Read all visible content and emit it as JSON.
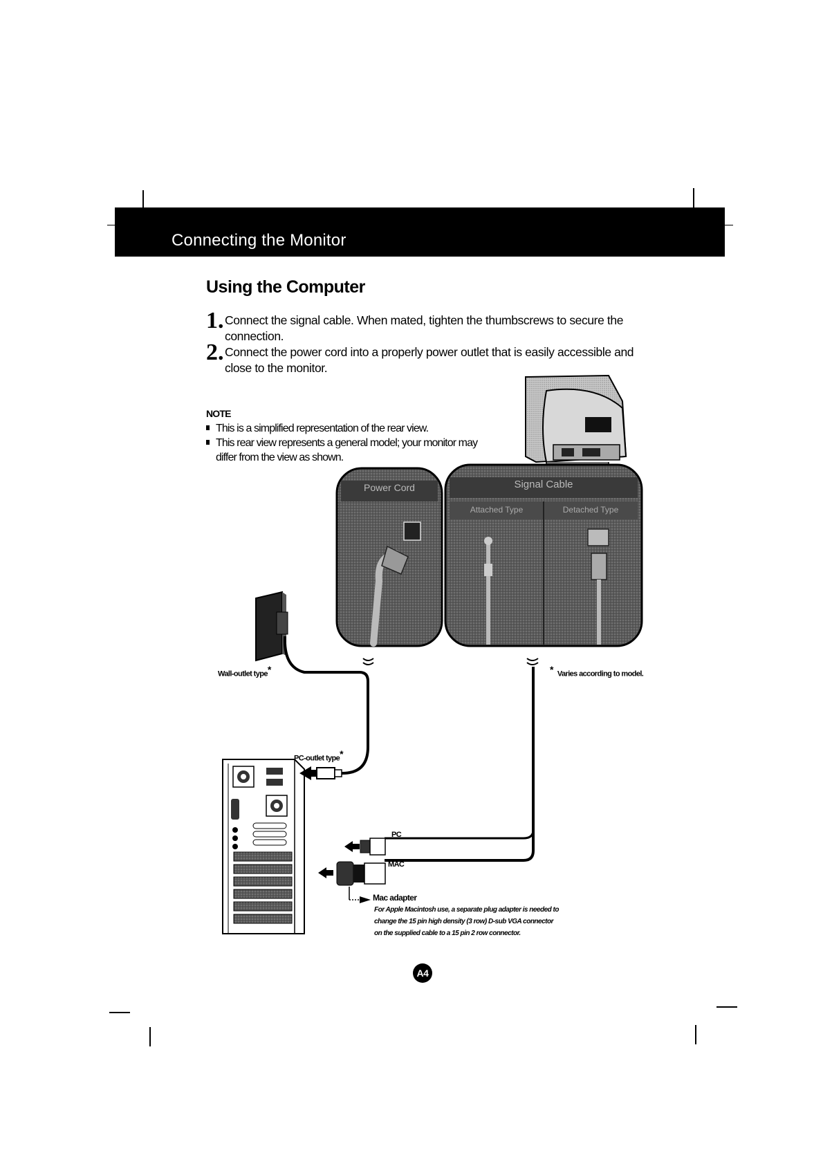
{
  "header": {
    "title": "Connecting the Monitor"
  },
  "section": {
    "title": "Using the Computer"
  },
  "steps": [
    {
      "number": "1.",
      "text": "Connect the signal cable. When mated, tighten the thumbscrews to secure the connection."
    },
    {
      "number": "2.",
      "text": "Connect the power cord into a properly power outlet that is easily accessible and close to the monitor."
    }
  ],
  "note": {
    "heading": "NOTE",
    "items": [
      "This is a simplified representation of the rear view.",
      "This rear view represents a general model; your monitor may differ from the view as shown."
    ]
  },
  "diagram": {
    "power_panel_title": "Power Cord",
    "signal_panel_title": "Signal Cable",
    "signal_sub_left": "Attached Type",
    "signal_sub_right": "Detached Type",
    "wall_outlet_label": "Wall-outlet type",
    "wall_outlet_star": "*",
    "pc_outlet_label": "PC-outlet type",
    "pc_outlet_star": "*",
    "varies_star": "*",
    "varies_note": "Varies according to model.",
    "pc_label": "PC",
    "mac_label": "MAC",
    "mac_adapter_title": "Mac adapter",
    "mac_adapter_text": [
      "For Apple Macintosh use, a separate plug adapter is needed to",
      "change the 15 pin high density (3 row) D-sub VGA connector",
      "on the supplied cable to a 15 pin 2 row connector."
    ]
  },
  "page": {
    "number": "A4"
  }
}
